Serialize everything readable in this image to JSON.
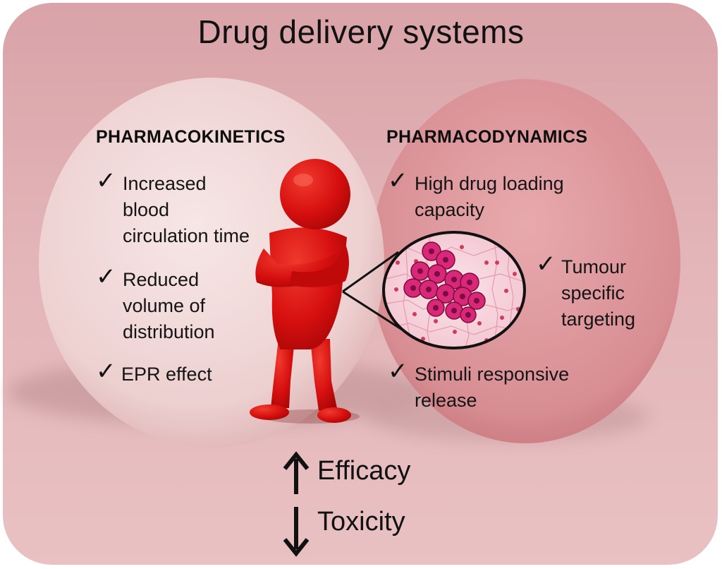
{
  "title": "Drug delivery systems",
  "pharmacokinetics": {
    "heading": "PHARMACOKINETICS",
    "items": [
      {
        "lines": [
          "Increased",
          "blood",
          "circulation time"
        ]
      },
      {
        "lines": [
          "Reduced",
          "volume of",
          "distribution"
        ]
      },
      {
        "lines": [
          "EPR effect"
        ]
      }
    ]
  },
  "pharmacodynamics": {
    "heading": "PHARMACODYNAMICS",
    "items": [
      {
        "lines": [
          "High drug loading",
          "capacity"
        ]
      },
      {
        "lines": [
          "Tumour",
          "specific",
          "targeting"
        ]
      },
      {
        "lines": [
          "Stimuli responsive",
          "release"
        ]
      }
    ]
  },
  "outcomes": {
    "efficacy": "Efficacy",
    "toxicity": "Toxicity"
  },
  "colors": {
    "panel": "#e3b5b8",
    "left_circle": "#f0d6d6",
    "right_circle": "#d98d92",
    "figure": "#d10d0d",
    "tumour_cell": "#d6286e"
  },
  "icons": {
    "check": "check-icon",
    "up": "arrow-up-icon",
    "down": "arrow-down-icon"
  }
}
